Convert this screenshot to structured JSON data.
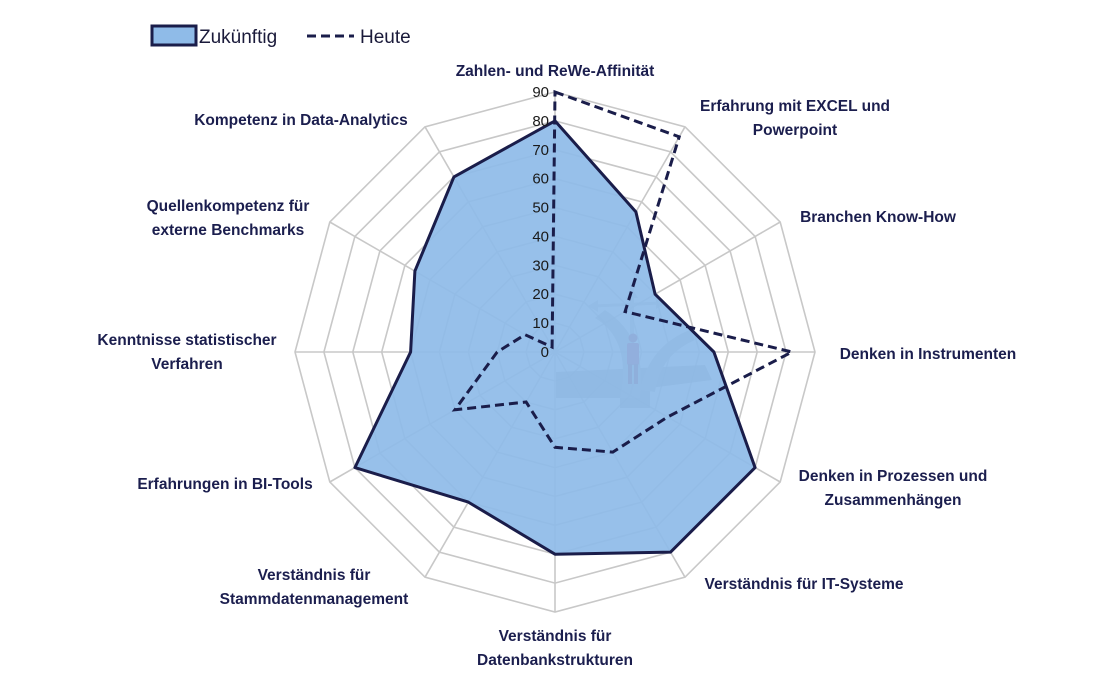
{
  "chart_data": {
    "type": "radar",
    "categories": [
      "Zahlen- und ReWe-Affinität",
      "Erfahrung mit EXCEL und Powerpoint",
      "Branchen Know-How",
      "Denken in Instrumenten",
      "Denken in Prozessen und Zusammenhängen",
      "Verständnis für IT-Systeme",
      "Verständnis für Datenbankstrukturen",
      "Verständnis für Stammdatenmanagement",
      "Erfahrungen in BI-Tools",
      "Kenntnisse statistischer Verfahren",
      "Quellenkompetenz für externe Benchmarks",
      "Kompetenz in Data-Analytics"
    ],
    "category_lines": [
      [
        "Zahlen- und ReWe-Affinität"
      ],
      [
        "Erfahrung mit EXCEL und",
        "Powerpoint"
      ],
      [
        "Branchen Know-How"
      ],
      [
        "Denken in Instrumenten"
      ],
      [
        "Denken in Prozessen und",
        "Zusammenhängen"
      ],
      [
        "Verständnis für IT-Systeme"
      ],
      [
        "Verständnis für",
        "Datenbankstrukturen"
      ],
      [
        "Verständnis für",
        "Stammdatenmanagement"
      ],
      [
        "Erfahrungen in BI-Tools"
      ],
      [
        "Kenntnisse statistischer",
        "Verfahren"
      ],
      [
        "Quellenkompetenz für",
        "externe Benchmarks"
      ],
      [
        "Kompetenz in Data-Analytics"
      ]
    ],
    "series": [
      {
        "name": "Zukünftig",
        "style": "filled",
        "values": [
          80,
          56,
          40,
          55,
          80,
          80,
          70,
          60,
          80,
          50,
          56,
          70
        ]
      },
      {
        "name": "Heute",
        "style": "dashed",
        "values": [
          90,
          86,
          28,
          82,
          45,
          40,
          33,
          20,
          40,
          20,
          12,
          2
        ]
      }
    ],
    "r_ticks": [
      0,
      10,
      20,
      30,
      40,
      50,
      60,
      70,
      80,
      90
    ],
    "r_range": [
      0,
      90
    ],
    "grid": true,
    "legend_position": "top-left",
    "colors": {
      "fill": "#8fbbe8",
      "outline": "#1a1d4a",
      "dashed": "#1a1d4a",
      "grid": "#c8c8c8"
    }
  }
}
